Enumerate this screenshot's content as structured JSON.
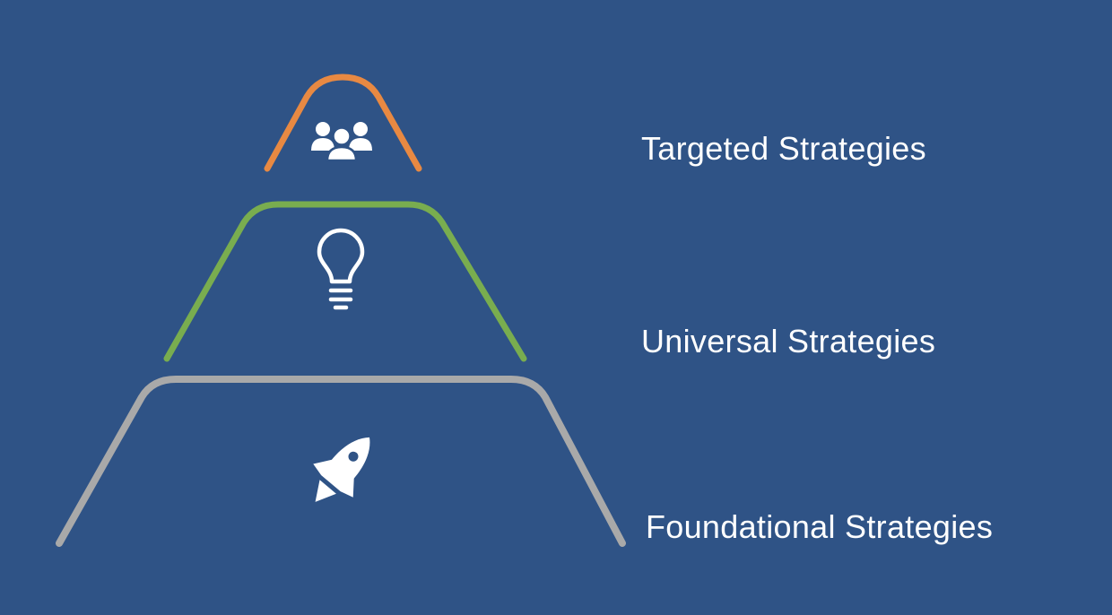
{
  "colors": {
    "background": "#2f5386",
    "targeted": "#e88942",
    "universal": "#79ad4f",
    "foundational": "#a9a9a9",
    "icon": "#ffffff",
    "label": "#ffffff"
  },
  "tiers": [
    {
      "key": "targeted",
      "label": "Targeted Strategies",
      "icon": "group-icon"
    },
    {
      "key": "universal",
      "label": "Universal Strategies",
      "icon": "lightbulb-icon"
    },
    {
      "key": "foundational",
      "label": "Foundational Strategies",
      "icon": "rocket-icon"
    }
  ]
}
